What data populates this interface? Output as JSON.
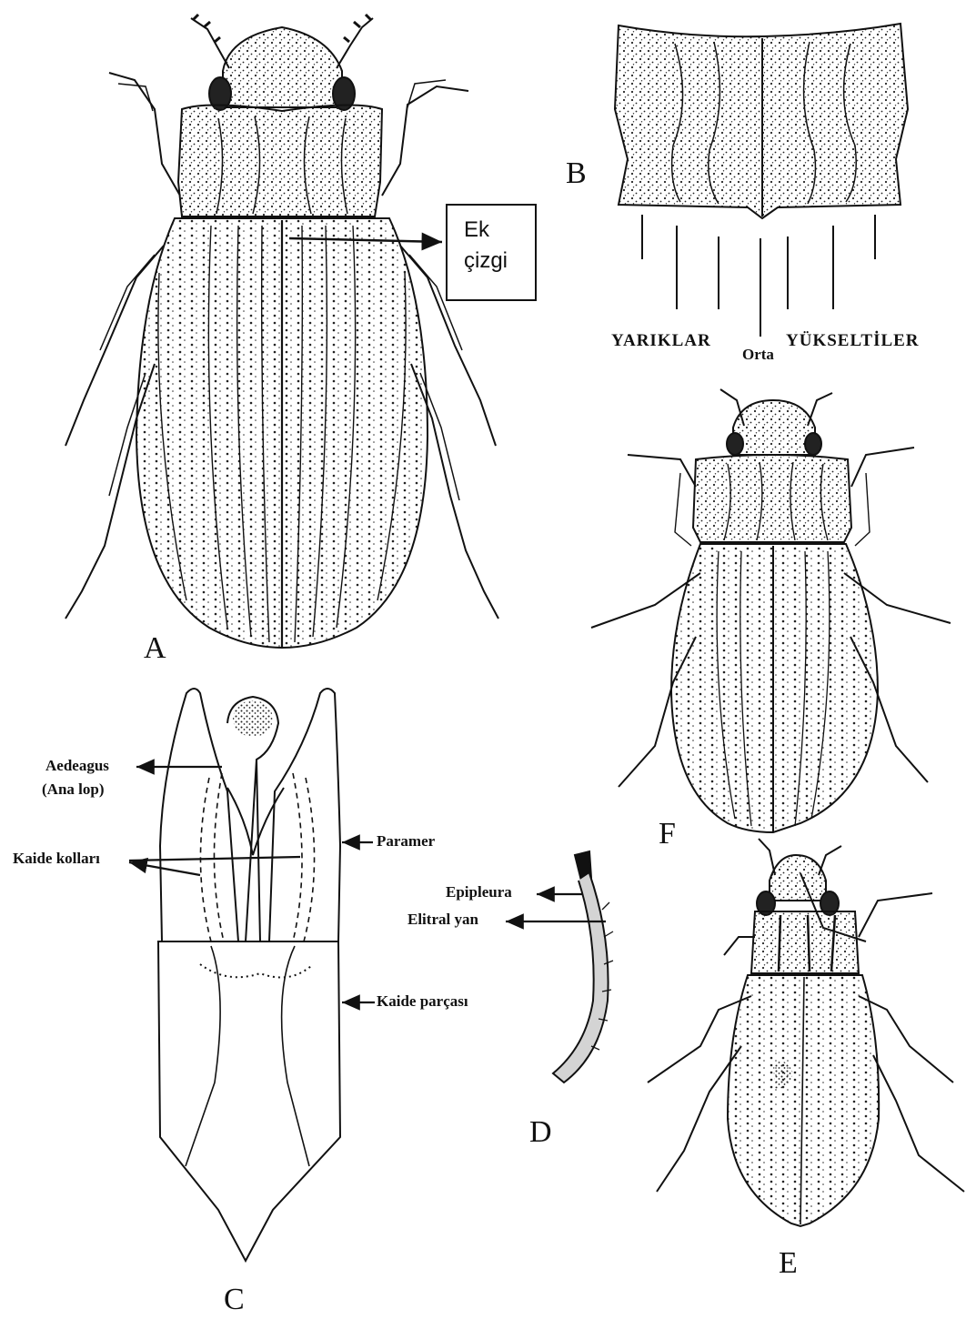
{
  "panels": {
    "a": "A",
    "b": "B",
    "c": "C",
    "d": "D",
    "e": "E",
    "f": "F"
  },
  "callout_box": {
    "line1": "Ek",
    "line2": "çizgi"
  },
  "panel_b": {
    "grooves": "YARIKLAR",
    "middle": "Orta",
    "ridges": "YÜKSELTİLER"
  },
  "panel_c": {
    "aedeagus_1": "Aedeagus",
    "aedeagus_2": "(Ana lop)",
    "basal_arms": "Kaide kolları",
    "paramere": "Paramer",
    "basal_piece": "Kaide parçası"
  },
  "panel_d": {
    "epipleura": "Epipleura",
    "elytral_side": "Elitral yan"
  },
  "colors": {
    "ink": "#111111",
    "paper": "#ffffff",
    "fill_gray": "#bdbdbd"
  }
}
